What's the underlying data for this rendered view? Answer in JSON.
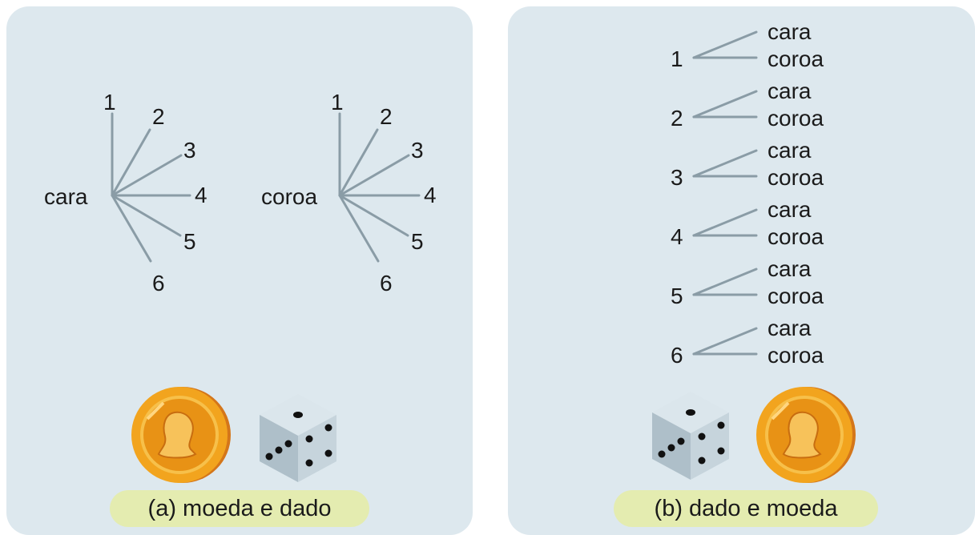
{
  "panel_a": {
    "caption": "(a) moeda e dado",
    "trees": [
      {
        "root": "cara",
        "leaves": [
          "1",
          "2",
          "3",
          "4",
          "5",
          "6"
        ]
      },
      {
        "root": "coroa",
        "leaves": [
          "1",
          "2",
          "3",
          "4",
          "5",
          "6"
        ]
      }
    ]
  },
  "panel_b": {
    "caption": "(b) dado e moeda",
    "trees": [
      {
        "root": "1",
        "leaves": [
          "cara",
          "coroa"
        ]
      },
      {
        "root": "2",
        "leaves": [
          "cara",
          "coroa"
        ]
      },
      {
        "root": "3",
        "leaves": [
          "cara",
          "coroa"
        ]
      },
      {
        "root": "4",
        "leaves": [
          "cara",
          "coroa"
        ]
      },
      {
        "root": "5",
        "leaves": [
          "cara",
          "coroa"
        ]
      },
      {
        "root": "6",
        "leaves": [
          "cara",
          "coroa"
        ]
      }
    ]
  },
  "icons": [
    "coin-icon",
    "die-icon"
  ],
  "colors": {
    "panel_bg": "#dde8ee",
    "line": "#8a9ca6",
    "caption_bg": "#e4ecb0",
    "coin": "#f2a41e",
    "die": "#b9ccd6"
  }
}
